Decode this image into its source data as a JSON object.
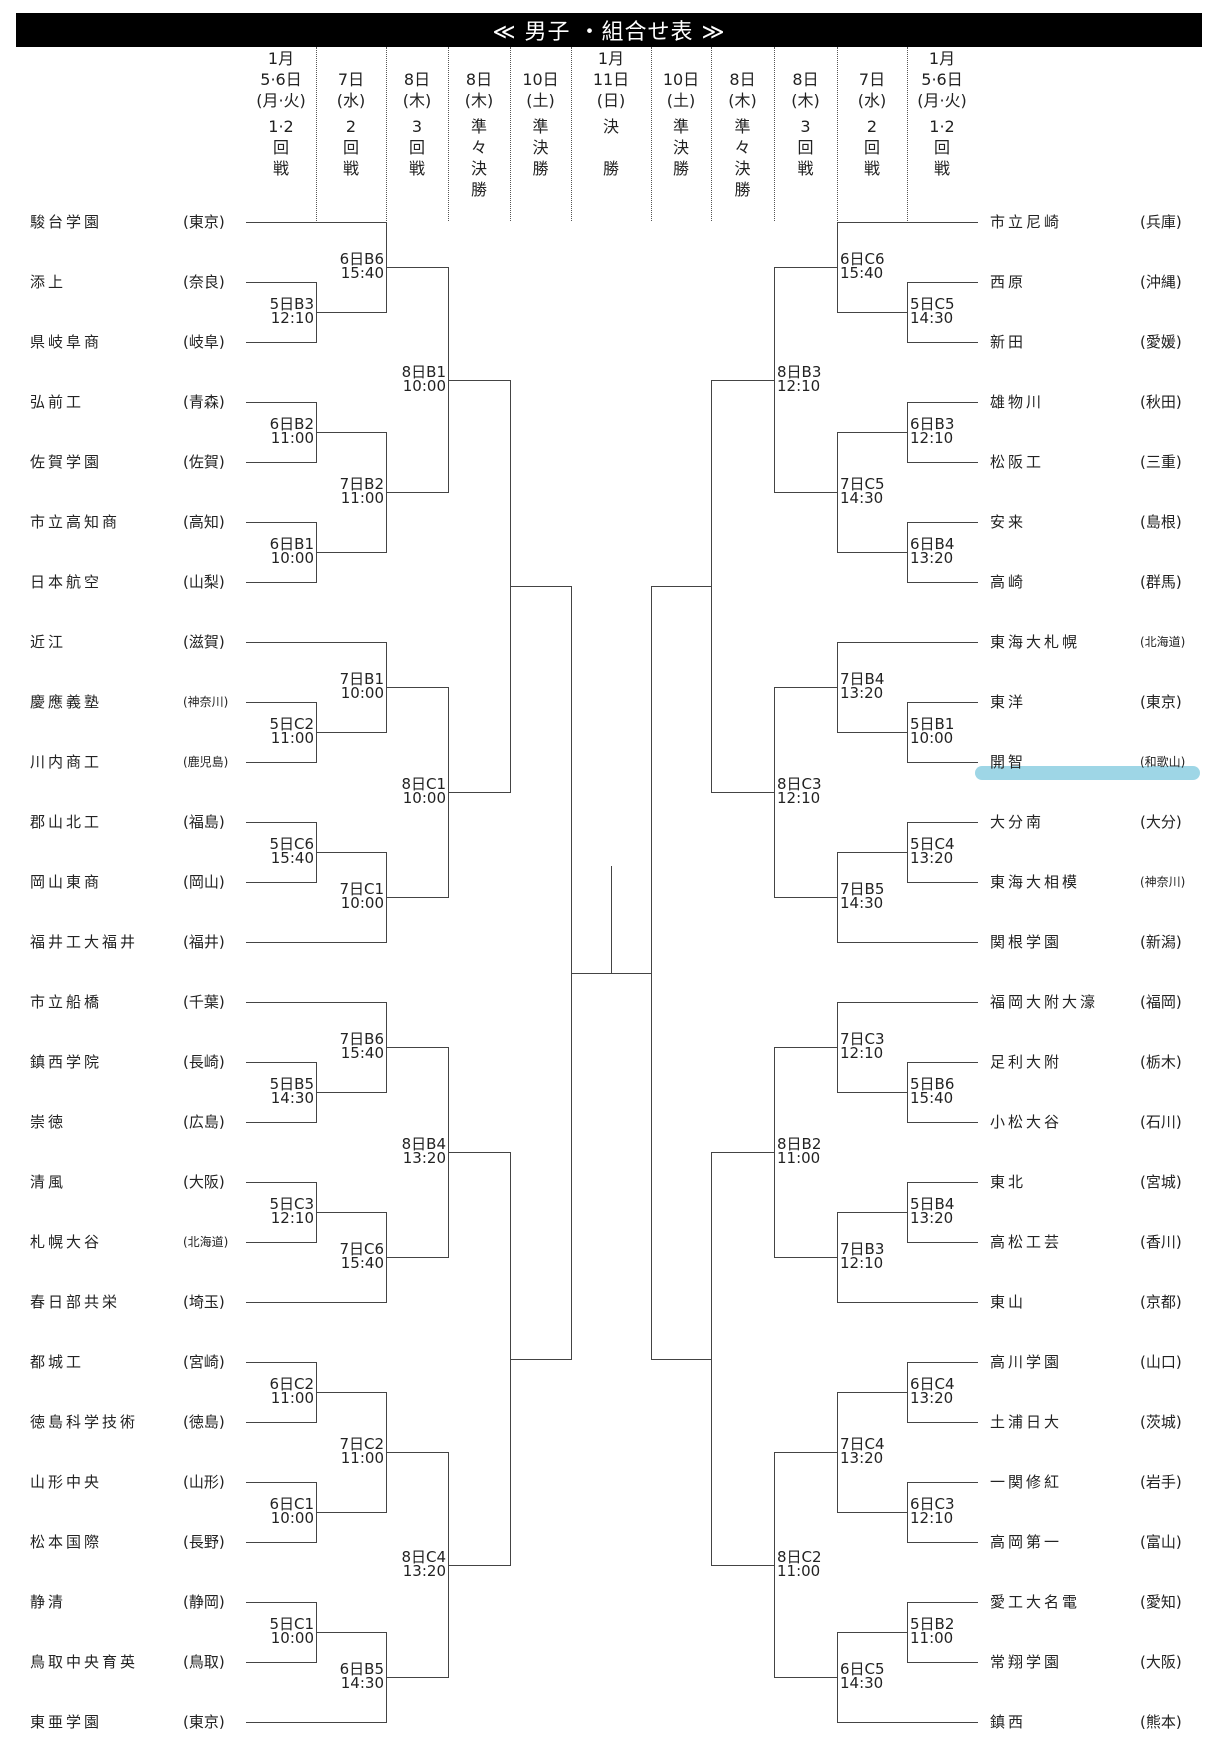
{
  "title": "≪ 男子 ・組合せ表 ≫",
  "columns": [
    {
      "month": "1月",
      "date": "5·6日",
      "day": "(月·火)",
      "round": [
        "1·2",
        "回",
        "戦"
      ]
    },
    {
      "month": "",
      "date": "7日",
      "day": "(水)",
      "round": [
        "2",
        "回",
        "戦"
      ]
    },
    {
      "month": "",
      "date": "8日",
      "day": "(木)",
      "round": [
        "3",
        "回",
        "戦"
      ]
    },
    {
      "month": "",
      "date": "8日",
      "day": "(木)",
      "round": [
        "準",
        "々",
        "決",
        "勝"
      ]
    },
    {
      "month": "",
      "date": "10日",
      "day": "(土)",
      "round": [
        "準",
        "決",
        "勝"
      ]
    },
    {
      "month": "1月",
      "date": "11日",
      "day": "(日)",
      "round": [
        "決",
        "",
        "勝"
      ]
    },
    {
      "month": "",
      "date": "10日",
      "day": "(土)",
      "round": [
        "準",
        "決",
        "勝"
      ]
    },
    {
      "month": "",
      "date": "8日",
      "day": "(木)",
      "round": [
        "準",
        "々",
        "決",
        "勝"
      ]
    },
    {
      "month": "",
      "date": "8日",
      "day": "(木)",
      "round": [
        "3",
        "回",
        "戦"
      ]
    },
    {
      "month": "",
      "date": "7日",
      "day": "(水)",
      "round": [
        "2",
        "回",
        "戦"
      ]
    },
    {
      "month": "1月",
      "date": "5·6日",
      "day": "(月·火)",
      "round": [
        "1·2",
        "回",
        "戦"
      ]
    }
  ],
  "left_teams": [
    {
      "name": "駿台学園",
      "pref": "(東京)"
    },
    {
      "name": "添上",
      "pref": "(奈良)"
    },
    {
      "name": "県岐阜商",
      "pref": "(岐阜)"
    },
    {
      "name": "弘前工",
      "pref": "(青森)"
    },
    {
      "name": "佐賀学園",
      "pref": "(佐賀)"
    },
    {
      "name": "市立高知商",
      "pref": "(高知)"
    },
    {
      "name": "日本航空",
      "pref": "(山梨)"
    },
    {
      "name": "近江",
      "pref": "(滋賀)"
    },
    {
      "name": "慶應義塾",
      "pref": "(神奈川)"
    },
    {
      "name": "川内商工",
      "pref": "(鹿児島)"
    },
    {
      "name": "郡山北工",
      "pref": "(福島)"
    },
    {
      "name": "岡山東商",
      "pref": "(岡山)"
    },
    {
      "name": "福井工大福井",
      "pref": "(福井)"
    },
    {
      "name": "市立船橋",
      "pref": "(千葉)"
    },
    {
      "name": "鎮西学院",
      "pref": "(長崎)"
    },
    {
      "name": "崇徳",
      "pref": "(広島)"
    },
    {
      "name": "清風",
      "pref": "(大阪)"
    },
    {
      "name": "札幌大谷",
      "pref": "(北海道)"
    },
    {
      "name": "春日部共栄",
      "pref": "(埼玉)"
    },
    {
      "name": "都城工",
      "pref": "(宮崎)"
    },
    {
      "name": "徳島科学技術",
      "pref": "(徳島)"
    },
    {
      "name": "山形中央",
      "pref": "(山形)"
    },
    {
      "name": "松本国際",
      "pref": "(長野)"
    },
    {
      "name": "静清",
      "pref": "(静岡)"
    },
    {
      "name": "鳥取中央育英",
      "pref": "(鳥取)"
    },
    {
      "name": "東亜学園",
      "pref": "(東京)"
    }
  ],
  "right_teams": [
    {
      "name": "市立尼崎",
      "pref": "(兵庫)"
    },
    {
      "name": "西原",
      "pref": "(沖縄)"
    },
    {
      "name": "新田",
      "pref": "(愛媛)"
    },
    {
      "name": "雄物川",
      "pref": "(秋田)"
    },
    {
      "name": "松阪工",
      "pref": "(三重)"
    },
    {
      "name": "安来",
      "pref": "(島根)"
    },
    {
      "name": "高崎",
      "pref": "(群馬)"
    },
    {
      "name": "東海大札幌",
      "pref": "(北海道)"
    },
    {
      "name": "東洋",
      "pref": "(東京)"
    },
    {
      "name": "開智",
      "pref": "(和歌山)"
    },
    {
      "name": "大分南",
      "pref": "(大分)"
    },
    {
      "name": "東海大相模",
      "pref": "(神奈川)"
    },
    {
      "name": "関根学園",
      "pref": "(新潟)"
    },
    {
      "name": "福岡大附大濠",
      "pref": "(福岡)"
    },
    {
      "name": "足利大附",
      "pref": "(栃木)"
    },
    {
      "name": "小松大谷",
      "pref": "(石川)"
    },
    {
      "name": "東北",
      "pref": "(宮城)"
    },
    {
      "name": "高松工芸",
      "pref": "(香川)"
    },
    {
      "name": "東山",
      "pref": "(京都)"
    },
    {
      "name": "高川学園",
      "pref": "(山口)"
    },
    {
      "name": "土浦日大",
      "pref": "(茨城)"
    },
    {
      "name": "一関修紅",
      "pref": "(岩手)"
    },
    {
      "name": "高岡第一",
      "pref": "(富山)"
    },
    {
      "name": "愛工大名電",
      "pref": "(愛知)"
    },
    {
      "name": "常翔学園",
      "pref": "(大阪)"
    },
    {
      "name": "鎮西",
      "pref": "(熊本)"
    }
  ],
  "left_bracket": {
    "r": 4,
    "a": {
      "r": 3,
      "a": {
        "d": "8日B1",
        "t": "10:00",
        "r": 2,
        "a": {
          "d": "6日B6",
          "t": "15:40",
          "r": 1,
          "a": 0,
          "b": {
            "d": "5日B3",
            "t": "12:10",
            "r": 0,
            "a": 1,
            "b": 2
          }
        },
        "b": {
          "d": "7日B2",
          "t": "11:00",
          "r": 1,
          "a": {
            "d": "6日B2",
            "t": "11:00",
            "r": 0,
            "a": 3,
            "b": 4
          },
          "b": {
            "d": "6日B1",
            "t": "10:00",
            "r": 0,
            "a": 5,
            "b": 6
          }
        }
      },
      "b": {
        "d": "8日C1",
        "t": "10:00",
        "r": 2,
        "a": {
          "d": "7日B1",
          "t": "10:00",
          "r": 1,
          "a": 7,
          "b": {
            "d": "5日C2",
            "t": "11:00",
            "r": 0,
            "a": 8,
            "b": 9
          }
        },
        "b": {
          "d": "7日C1",
          "t": "10:00",
          "r": 1,
          "a": {
            "d": "5日C6",
            "t": "15:40",
            "r": 0,
            "a": 10,
            "b": 11
          },
          "b": 12
        }
      }
    },
    "b": {
      "r": 3,
      "a": {
        "d": "8日B4",
        "t": "13:20",
        "r": 2,
        "a": {
          "d": "7日B6",
          "t": "15:40",
          "r": 1,
          "a": 13,
          "b": {
            "d": "5日B5",
            "t": "14:30",
            "r": 0,
            "a": 14,
            "b": 15
          }
        },
        "b": {
          "d": "7日C6",
          "t": "15:40",
          "r": 1,
          "a": {
            "d": "5日C3",
            "t": "12:10",
            "r": 0,
            "a": 16,
            "b": 17
          },
          "b": 18
        }
      },
      "b": {
        "d": "8日C4",
        "t": "13:20",
        "r": 2,
        "a": {
          "d": "7日C2",
          "t": "11:00",
          "r": 1,
          "a": {
            "d": "6日C2",
            "t": "11:00",
            "r": 0,
            "a": 19,
            "b": 20
          },
          "b": {
            "d": "6日C1",
            "t": "10:00",
            "r": 0,
            "a": 21,
            "b": 22
          }
        },
        "b": {
          "d": "6日B5",
          "t": "14:30",
          "r": 1,
          "a": {
            "d": "5日C1",
            "t": "10:00",
            "r": 0,
            "a": 23,
            "b": 24
          },
          "b": 25
        }
      }
    }
  },
  "right_bracket": {
    "r": 4,
    "a": {
      "r": 3,
      "a": {
        "d": "8日B3",
        "t": "12:10",
        "r": 2,
        "a": {
          "d": "6日C6",
          "t": "15:40",
          "r": 1,
          "a": 0,
          "b": {
            "d": "5日C5",
            "t": "14:30",
            "r": 0,
            "a": 1,
            "b": 2
          }
        },
        "b": {
          "d": "7日C5",
          "t": "14:30",
          "r": 1,
          "a": {
            "d": "6日B3",
            "t": "12:10",
            "r": 0,
            "a": 3,
            "b": 4
          },
          "b": {
            "d": "6日B4",
            "t": "13:20",
            "r": 0,
            "a": 5,
            "b": 6
          }
        }
      },
      "b": {
        "d": "8日C3",
        "t": "12:10",
        "r": 2,
        "a": {
          "d": "7日B4",
          "t": "13:20",
          "r": 1,
          "a": 7,
          "b": {
            "d": "5日B1",
            "t": "10:00",
            "r": 0,
            "a": 8,
            "b": 9
          }
        },
        "b": {
          "d": "7日B5",
          "t": "14:30",
          "r": 1,
          "a": {
            "d": "5日C4",
            "t": "13:20",
            "r": 0,
            "a": 10,
            "b": 11
          },
          "b": 12
        }
      }
    },
    "b": {
      "r": 3,
      "a": {
        "d": "8日B2",
        "t": "11:00",
        "r": 2,
        "a": {
          "d": "7日C3",
          "t": "12:10",
          "r": 1,
          "a": 13,
          "b": {
            "d": "5日B6",
            "t": "15:40",
            "r": 0,
            "a": 14,
            "b": 15
          }
        },
        "b": {
          "d": "7日B3",
          "t": "12:10",
          "r": 1,
          "a": {
            "d": "5日B4",
            "t": "13:20",
            "r": 0,
            "a": 16,
            "b": 17
          },
          "b": 18
        }
      },
      "b": {
        "d": "8日C2",
        "t": "11:00",
        "r": 2,
        "a": {
          "d": "7日C4",
          "t": "13:20",
          "r": 1,
          "a": {
            "d": "6日C4",
            "t": "13:20",
            "r": 0,
            "a": 19,
            "b": 20
          },
          "b": {
            "d": "6日C3",
            "t": "12:10",
            "r": 0,
            "a": 21,
            "b": 22
          }
        },
        "b": {
          "d": "6日C5",
          "t": "14:30",
          "r": 1,
          "a": {
            "d": "5日B2",
            "t": "11:00",
            "r": 0,
            "a": 23,
            "b": 24
          },
          "b": 25
        }
      }
    }
  }
}
